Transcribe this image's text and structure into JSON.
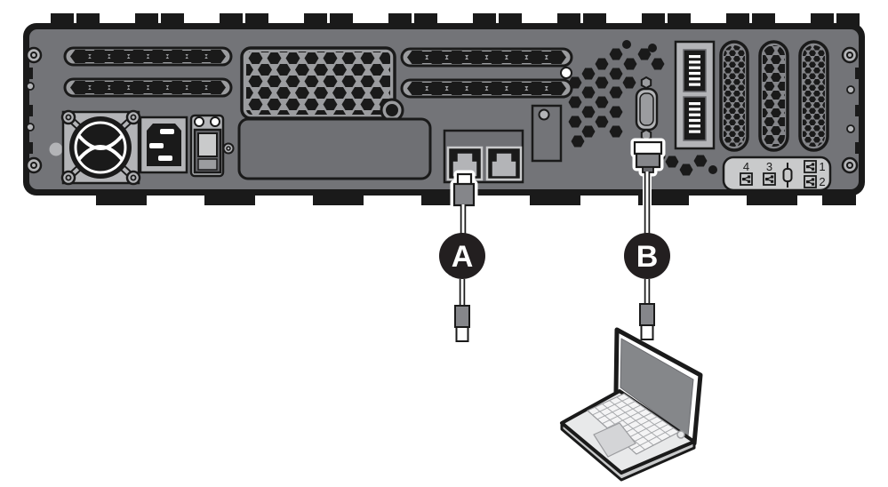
{
  "diagram": {
    "type": "hardware-cable-connection-diagram",
    "callout_a": "A",
    "callout_b": "B",
    "port_plate": {
      "label_4": "4",
      "label_3": "3",
      "label_1": "1",
      "label_2": "2"
    },
    "icons": {
      "lan_port_icon": "square with network-branch glyph",
      "fuse_icon": "inline fuse symbol",
      "fan_icon": "axial fan",
      "ac_inlet_icon": "IEC C14 power inlet",
      "rocker_switch_icon": "power rocker switch",
      "serial_port_icon": "D-sub serial port",
      "rj45_port_icon": "ethernet jack",
      "laptop_icon": "open laptop"
    },
    "colors": {
      "outline": "#1a1a1a",
      "chassis_face": "#737478",
      "vent_gray": "#9b9c9f",
      "plate_light": "#b3b4b7",
      "recess_gray": "#6f7074",
      "badge_fill": "#231f20",
      "badge_text": "#ffffff",
      "cable_gray": "#85868a",
      "laptop_body": "#e8e9ea",
      "laptop_screen": "#85878a",
      "white": "#ffffff"
    }
  }
}
